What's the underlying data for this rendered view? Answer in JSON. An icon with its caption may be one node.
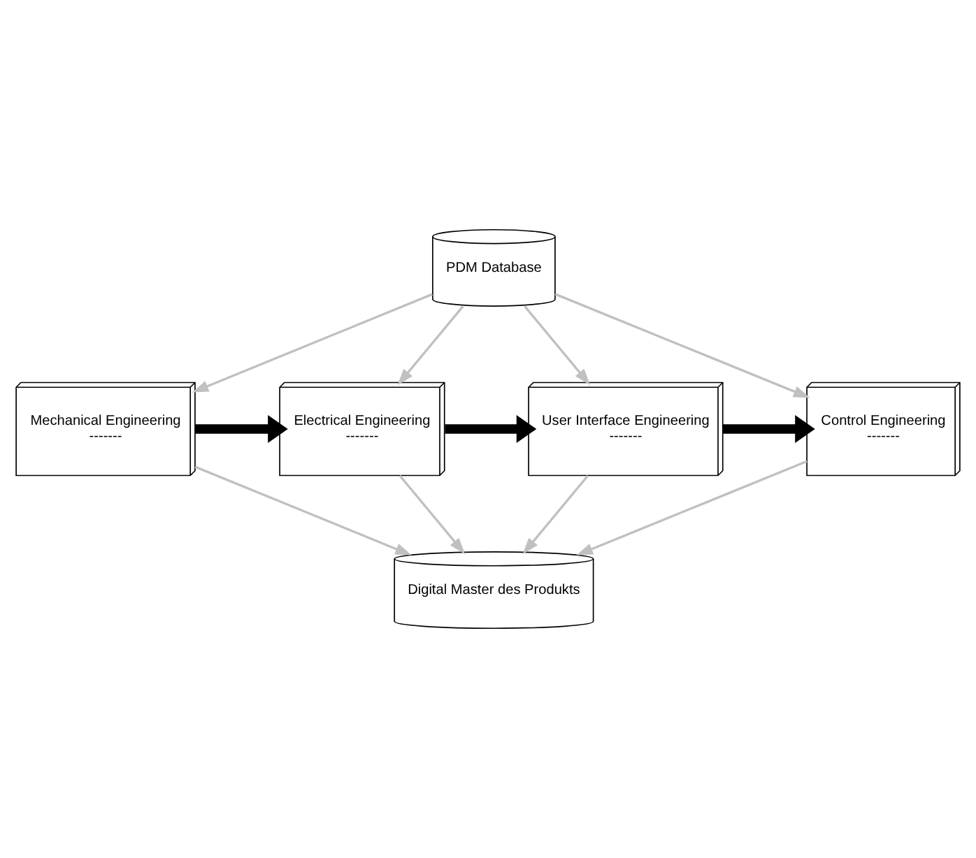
{
  "diagram": {
    "nodes": [
      {
        "text": [
          "PDM Database"
        ]
      },
      {
        "text": [
          "Mechanical Engineering",
          "-------"
        ]
      },
      {
        "text": [
          "Electrical Engineering",
          "-------"
        ]
      },
      {
        "text": [
          "User Interface Engineering",
          "-------"
        ]
      },
      {
        "text": [
          "Control Engineering",
          "-------"
        ]
      },
      {
        "text": [
          "Digital Master des Produkts"
        ]
      }
    ],
    "edges": [
      {
        "from": 0,
        "to": 1,
        "arrow": "to"
      },
      {
        "from": 0,
        "to": 2,
        "arrow": "to"
      },
      {
        "from": 0,
        "to": 3,
        "arrow": "to"
      },
      {
        "from": 0,
        "to": 4,
        "arrow": "to"
      },
      {
        "from": 1,
        "to": 2,
        "arrow": "to",
        "style": "thick",
        "color": "#000000"
      },
      {
        "from": 2,
        "to": 3,
        "arrow": "to",
        "style": "thick",
        "color": "#000000"
      },
      {
        "from": 3,
        "to": 4,
        "arrow": "to",
        "style": "thick",
        "color": "#000000"
      },
      {
        "from": 1,
        "to": 5,
        "arrow": "to"
      },
      {
        "from": 2,
        "to": 5,
        "arrow": "to"
      },
      {
        "from": 3,
        "to": 5,
        "arrow": "to"
      },
      {
        "from": 4,
        "to": 5,
        "arrow": "to"
      }
    ]
  }
}
